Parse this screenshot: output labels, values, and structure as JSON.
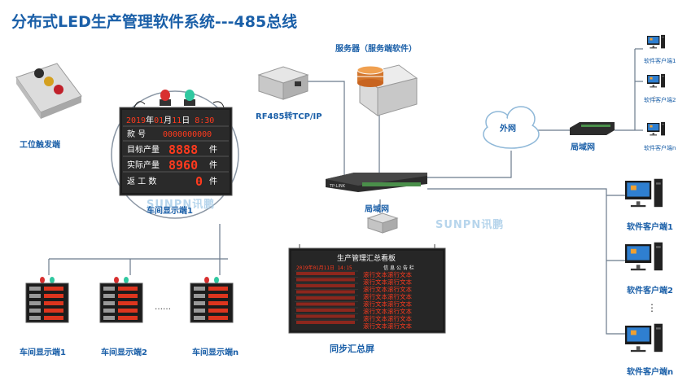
{
  "title": "分布式LED生产管理软件系统---485总线",
  "nodes": {
    "trigger": "工位触发端",
    "rf_converter": "RF485转TCP/IP",
    "server": "服务器（服务端软件）",
    "internet": "外网",
    "lan_right": "局域网",
    "lan_center": "局域网",
    "sync_screen": "同步汇总屏",
    "workshop_main": "车间显示端1",
    "workshop_bottom": [
      "车间显示端1",
      "车间显示端2",
      "车间显示端n"
    ],
    "remote_clients": [
      "软件客户端1",
      "软件客户端2",
      "软件客户端n"
    ],
    "local_clients": [
      "软件客户端1",
      "软件客户端2",
      "软件客户端n"
    ]
  },
  "workshop_display": {
    "date_row": [
      "2019",
      "年",
      "01",
      "月",
      "11",
      "日",
      "8:30"
    ],
    "rows": [
      {
        "label": "款  号",
        "value": "0000000000",
        "unit": ""
      },
      {
        "label": "目标产量",
        "value": "8888",
        "unit": "件"
      },
      {
        "label": "实际产量",
        "value": "8960",
        "unit": "件"
      },
      {
        "label": "返 工 数",
        "value": "0",
        "unit": "件"
      }
    ]
  },
  "summary_board": {
    "title": "生产管理汇总看板",
    "subtitle": "信 息 公 告 栏",
    "scroll_text": "滚行文本滚行文本"
  },
  "watermark": "SUNPN讯鹏",
  "colors": {
    "title": "#1a5fa8",
    "line": "#6b7a8c",
    "led": "#ff3a1e",
    "panel": "#1c1c1c"
  }
}
